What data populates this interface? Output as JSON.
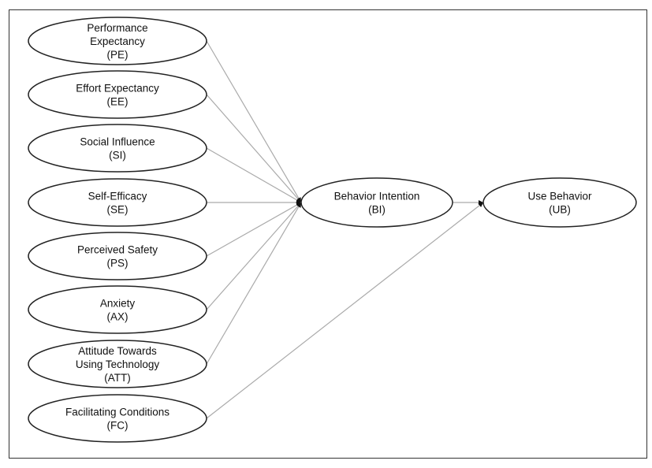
{
  "nodes": [
    {
      "id": "pe",
      "lines": [
        "Performance",
        "Expectancy",
        "(PE)"
      ]
    },
    {
      "id": "ee",
      "lines": [
        "Effort Expectancy",
        "(EE)"
      ]
    },
    {
      "id": "si",
      "lines": [
        "Social Influence",
        "(SI)"
      ]
    },
    {
      "id": "se",
      "lines": [
        "Self-Efficacy",
        "(SE)"
      ]
    },
    {
      "id": "ps",
      "lines": [
        "Perceived Safety",
        "(PS)"
      ]
    },
    {
      "id": "ax",
      "lines": [
        "Anxiety",
        "(AX)"
      ]
    },
    {
      "id": "att",
      "lines": [
        "Attitude Towards",
        "Using Technology",
        "(ATT)"
      ]
    },
    {
      "id": "fc",
      "lines": [
        "Facilitating Conditions",
        "(FC)"
      ]
    },
    {
      "id": "bi",
      "lines": [
        "Behavior Intention",
        "(BI)"
      ]
    },
    {
      "id": "ub",
      "lines": [
        "Use Behavior",
        "(UB)"
      ]
    }
  ],
  "edges": [
    {
      "from": "pe",
      "to": "bi"
    },
    {
      "from": "ee",
      "to": "bi"
    },
    {
      "from": "si",
      "to": "bi"
    },
    {
      "from": "se",
      "to": "bi"
    },
    {
      "from": "ps",
      "to": "bi"
    },
    {
      "from": "ax",
      "to": "bi"
    },
    {
      "from": "att",
      "to": "bi"
    },
    {
      "from": "bi",
      "to": "ub"
    },
    {
      "from": "fc",
      "to": "ub"
    }
  ]
}
